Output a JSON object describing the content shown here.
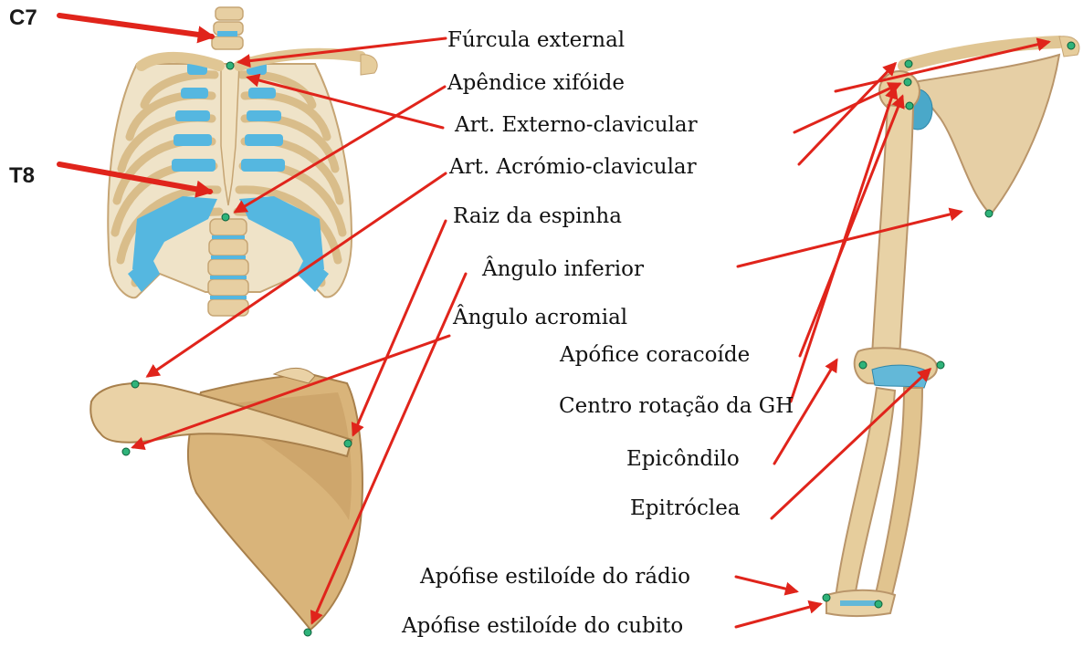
{
  "vertebrae": {
    "c7": "C7",
    "t8": "T8"
  },
  "labels": {
    "furcula": "Fúrcula external",
    "xifoide": "Apêndice xifóide",
    "externo_clavicular": "Art. Externo-clavicular",
    "acromio_clavicular": "Art. Acrómio-clavicular",
    "raiz_espinha": "Raiz da espinha",
    "angulo_inferior": "Ângulo inferior",
    "angulo_acromial": "Ângulo acromial",
    "coracoide": "Apófice coracoíde",
    "centro_rotacao": "Centro rotação da GH",
    "epicondilo": "Epicôndilo",
    "epitroclea": "Epitróclea",
    "estiloide_radio": "Apófise estiloíde do rádio",
    "estiloide_cubito": "Apófise estiloíde do cubito"
  },
  "colors": {
    "arrow": "#e0241b",
    "bone": "#e7cfa2",
    "bone_dark": "#c6a574",
    "cartilage": "#55b7e0",
    "marker": "#2fb37a"
  }
}
